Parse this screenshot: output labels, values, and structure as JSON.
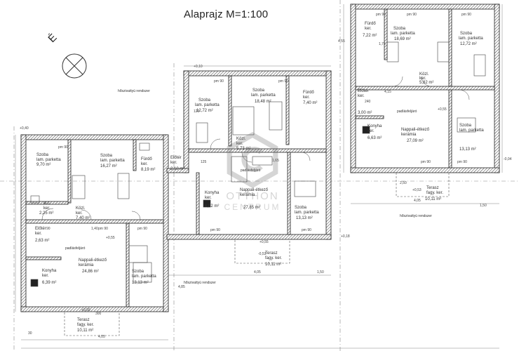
{
  "title": "Alaprajz  M=1:100",
  "north": "É",
  "watermark": {
    "line1": "OTTHON",
    "line2": "CENTRUM"
  },
  "rooms": {
    "a_szoba1": {
      "name": "Szoba",
      "sub": "lam. parketta",
      "area": "9,70 m²"
    },
    "a_szoba2": {
      "name": "Szoba",
      "sub": "lam. parketta",
      "area": "16,27 m²"
    },
    "a_furdo": {
      "name": "Fürdő",
      "sub": "ker.",
      "area": "8,19 m²"
    },
    "a_wc": {
      "name": "w.c.",
      "sub": "ker.",
      "area": "2,25 m²"
    },
    "a_kozl": {
      "name": "Közl.",
      "sub": "ker.",
      "area": "7,40 m²"
    },
    "a_eloter": {
      "name": "Előtér",
      "sub": "ker.",
      "area": "2,63 m²"
    },
    "a_nappali": {
      "name": "Nappali-étkező",
      "sub": "kerámia",
      "area": "24,86 m²"
    },
    "a_szoba3": {
      "name": "Szoba",
      "sub": "lam. parketta",
      "area": "13,13 m²"
    },
    "a_konyha": {
      "name": "Konyha",
      "sub": "ker.",
      "area": "6,39 m²"
    },
    "a_terasz": {
      "name": "Terasz",
      "sub": "fagy. ker.",
      "area": "10,11 m²"
    },
    "b_szoba1": {
      "name": "Szoba",
      "sub": "lam. parketta",
      "area": "12,72 m²"
    },
    "b_szoba2": {
      "name": "Szoba",
      "sub": "lam. parketta",
      "area": "18,48 m²"
    },
    "b_furdo": {
      "name": "Fürdő",
      "sub": "ker.",
      "area": "7,40 m²"
    },
    "b_kozl": {
      "name": "Közl.",
      "sub": "ker.",
      "area": "5,73 m²"
    },
    "b_eloter": {
      "name": "Előtér",
      "sub": "ker.",
      "area": "2,10 m²"
    },
    "b_konyha": {
      "name": "Konyha",
      "sub": "ker.",
      "area": "6,82 m²"
    },
    "b_nappali": {
      "name": "Nappali-étkező",
      "sub": "kerámia",
      "area": "27,85 m²"
    },
    "b_szoba3": {
      "name": "Szoba",
      "sub": "lam. parketta",
      "area": "13,13 m²"
    },
    "b_terasz": {
      "name": "Terasz",
      "sub": "fagy. ker.",
      "area": "10,11 m²"
    },
    "c_furdo": {
      "name": "Fürdő",
      "sub": "ker.",
      "area": "7,22 m²"
    },
    "c_szoba1": {
      "name": "Szoba",
      "sub": "lam. parketta",
      "area": "18,69 m²"
    },
    "c_szoba2": {
      "name": "Szoba",
      "sub": "lam. parketta",
      "area": "12,72 m²"
    },
    "c_kozl": {
      "name": "Közl.",
      "sub": "ker.",
      "area": "5,82 m²"
    },
    "c_eloter": {
      "name": "Előtér",
      "sub": "ker.",
      "area": "3,00 m²"
    },
    "c_konyha": {
      "name": "Konyha",
      "sub": "ker.",
      "area": "6,63 m²"
    },
    "c_nappali": {
      "name": "Nappali-étkező",
      "sub": "kerámia",
      "area": "27,09 m²"
    },
    "c_szoba3": {
      "name": "Szoba",
      "sub": "lam. parketta",
      "area": "13,13 m²"
    },
    "c_terasz": {
      "name": "Terasz",
      "sub": "fagy. ker.",
      "area": "10,11 m²"
    }
  },
  "notes": {
    "hoszig1": "hőszivattyú rendszer",
    "hoszig2": "hőszivattyú rendszer",
    "hoszig3": "hőszivattyú rendszer",
    "padlas1": "padlásfeljáró",
    "padlas2": "padlásfeljáró",
    "padlas3": "padlásfeljáró"
  },
  "levels": {
    "l1": "+0,40",
    "l2": "+0,10",
    "l3": "+0,55",
    "l4": "+0,55",
    "l5": "+0,55",
    "l6": "-0,53",
    "l7": "+0,53",
    "l8": "-0,04",
    "l9": "+0,18",
    "l10": "+0,59"
  },
  "dims": {
    "top1": "4,15",
    "top2": "4,55",
    "mid1": "4,05",
    "mid2": "1,50",
    "mid3": "4,05",
    "bot1": "4,05",
    "bot2": "1,50",
    "pm": "pm 90",
    "d120": "120",
    "d240": "240",
    "d300": "300",
    "d30": "30",
    "d250": "2,50",
    "d485": "4,85",
    "d175": "1,75",
    "d165": "1,65",
    "d140": "1,40",
    "d90": "90",
    "d125": "125"
  }
}
